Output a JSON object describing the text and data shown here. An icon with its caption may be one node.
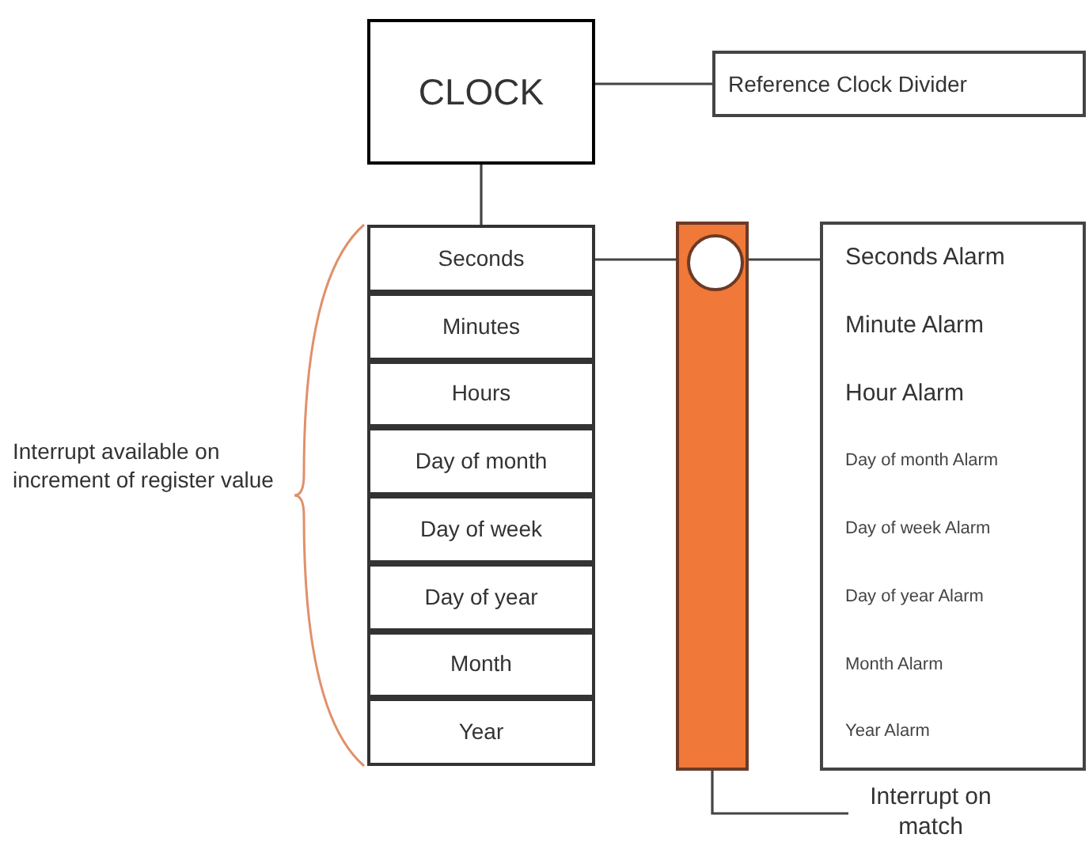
{
  "diagram": {
    "nodes": [
      {
        "text": [
          "CLOCK"
        ]
      },
      {
        "text": [
          "Reference Clock Divider"
        ]
      },
      {
        "text": [
          "Seconds"
        ]
      },
      {
        "text": [
          "Minutes"
        ]
      },
      {
        "text": [
          "Hours"
        ]
      },
      {
        "text": [
          "Day of month"
        ]
      },
      {
        "text": [
          "Day of week"
        ]
      },
      {
        "text": [
          "Day of year"
        ]
      },
      {
        "text": [
          "Month"
        ]
      },
      {
        "text": [
          "Year"
        ]
      },
      {
        "text": [],
        "shape": "bar"
      },
      {
        "text": [],
        "shape": "circle",
        "in": 10
      },
      {
        "text": [
          "Seconds Alarm",
          "Minute Alarm",
          "Hour Alarm",
          "Day of month Alarm",
          "Day of week Alarm",
          "Day of year Alarm",
          "Month Alarm",
          "Year Alarm"
        ]
      },
      {
        "text": [
          "Interrupt on match"
        ]
      }
    ],
    "edges": [
      {
        "from": 0,
        "to": 1,
        "arrow": "none"
      },
      {
        "from": 0,
        "to": 2,
        "arrow": "none"
      },
      {
        "from": 2,
        "to": 11,
        "arrow": "none"
      },
      {
        "from": 11,
        "to": 12,
        "arrow": "none"
      },
      {
        "from": 10,
        "to": 13,
        "arrow": "none"
      }
    ],
    "labels": [
      "Interrupt available on increment of register value"
    ]
  }
}
